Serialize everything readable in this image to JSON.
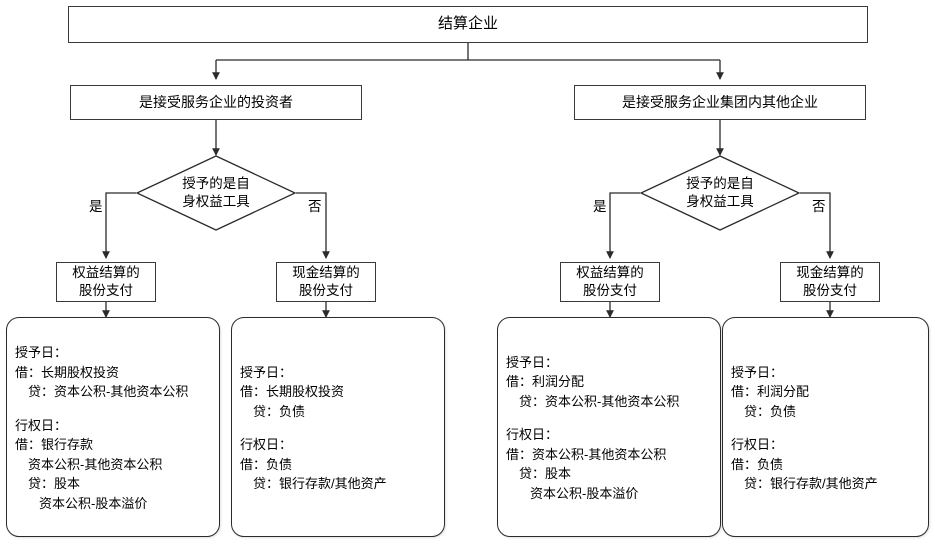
{
  "diagram": {
    "type": "flowchart",
    "title_node": {
      "label": "结算企业"
    },
    "level2": [
      {
        "label": "是接受服务企业的投资者"
      },
      {
        "label": "是接受服务企业集团内其他企业"
      }
    ],
    "decisions": [
      {
        "line1": "授予的是自",
        "line2": "身权益工具",
        "yes_label": "是",
        "no_label": "否"
      },
      {
        "line1": "授予的是自",
        "line2": "身权益工具",
        "yes_label": "是",
        "no_label": "否"
      }
    ],
    "process": [
      {
        "line1": "权益结算的",
        "line2": "股份支付"
      },
      {
        "line1": "现金结算的",
        "line2": "股份支付"
      },
      {
        "line1": "权益结算的",
        "line2": "股份支付"
      },
      {
        "line1": "现金结算的",
        "line2": "股份支付"
      }
    ],
    "details": [
      {
        "grant_header": "授予日：",
        "grant_debit": "借：长期股权投资",
        "grant_credit": "贷：资本公积-其他资本公积",
        "exercise_header": "行权日：",
        "exercise_debit": "借：银行存款",
        "exercise_debit2": "资本公积-其他资本公积",
        "exercise_credit": "贷：股本",
        "exercise_credit2": "资本公积-股本溢价"
      },
      {
        "grant_header": "授予日：",
        "grant_debit": "借：长期股权投资",
        "grant_credit": "贷：负债",
        "exercise_header": "行权日：",
        "exercise_debit": "借：负债",
        "exercise_credit": "贷：银行存款/其他资产"
      },
      {
        "grant_header": "授予日：",
        "grant_debit": "借：利润分配",
        "grant_credit": "贷：资本公积-其他资本公积",
        "exercise_header": "行权日：",
        "exercise_debit": "借：资本公积-其他资本公积",
        "exercise_credit": "贷：股本",
        "exercise_credit2": "资本公积-股本溢价"
      },
      {
        "grant_header": "授予日：",
        "grant_debit": "借：利润分配",
        "grant_credit": "贷：负债",
        "exercise_header": "行权日：",
        "exercise_debit": "借：负债",
        "exercise_credit": "贷：银行存款/其他资产"
      }
    ],
    "colors": {
      "stroke": "#3a3a3a",
      "box_stroke": "#2b2b2b",
      "background": "#ffffff",
      "text": "#000000"
    }
  }
}
